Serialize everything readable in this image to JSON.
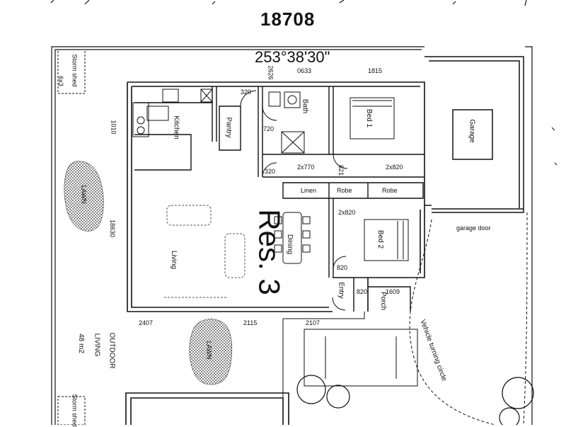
{
  "header": {
    "lot_number": "18708",
    "bearing": "253°38'30\""
  },
  "site": {
    "residence_label": "Res. 3",
    "turning_circle_label": "Vehicle turning circle",
    "outdoor_living": {
      "line1": "OUTDOOR",
      "line2": "LIVING",
      "area": "48 m2"
    },
    "lawn_label": "LAWN",
    "storm_shed_label": "Storm shed",
    "storm_shed_size": "6x3"
  },
  "rooms": {
    "kitchen": "Kitchen",
    "pantry": "Pantry",
    "bath": "Bath",
    "bed1": "Bed 1",
    "bed2": "Bed 2",
    "dining": "Dining",
    "living": "Living",
    "entry": "Entry",
    "porch": "Porch",
    "garage": "Garage",
    "linen": "Linen",
    "robe1": "Robe",
    "robe2": "Robe",
    "garage_door": "garage door"
  },
  "dimensions": {
    "d_2626": "2626",
    "d_0633": "0633",
    "d_1815": "1815",
    "d_1010": "1010",
    "d_18630": "18630",
    "d_720": "720",
    "d_320a": "320",
    "d_320b": "320",
    "d_2x770": "2x770",
    "d_2x820a": "2x820",
    "d_2x820b": "2x820",
    "d_821": "821",
    "d_820c": "820",
    "d_820d": "820",
    "d_1609": "1609",
    "d_2407": "2407",
    "d_2115": "2115",
    "d_2107": "2107"
  }
}
